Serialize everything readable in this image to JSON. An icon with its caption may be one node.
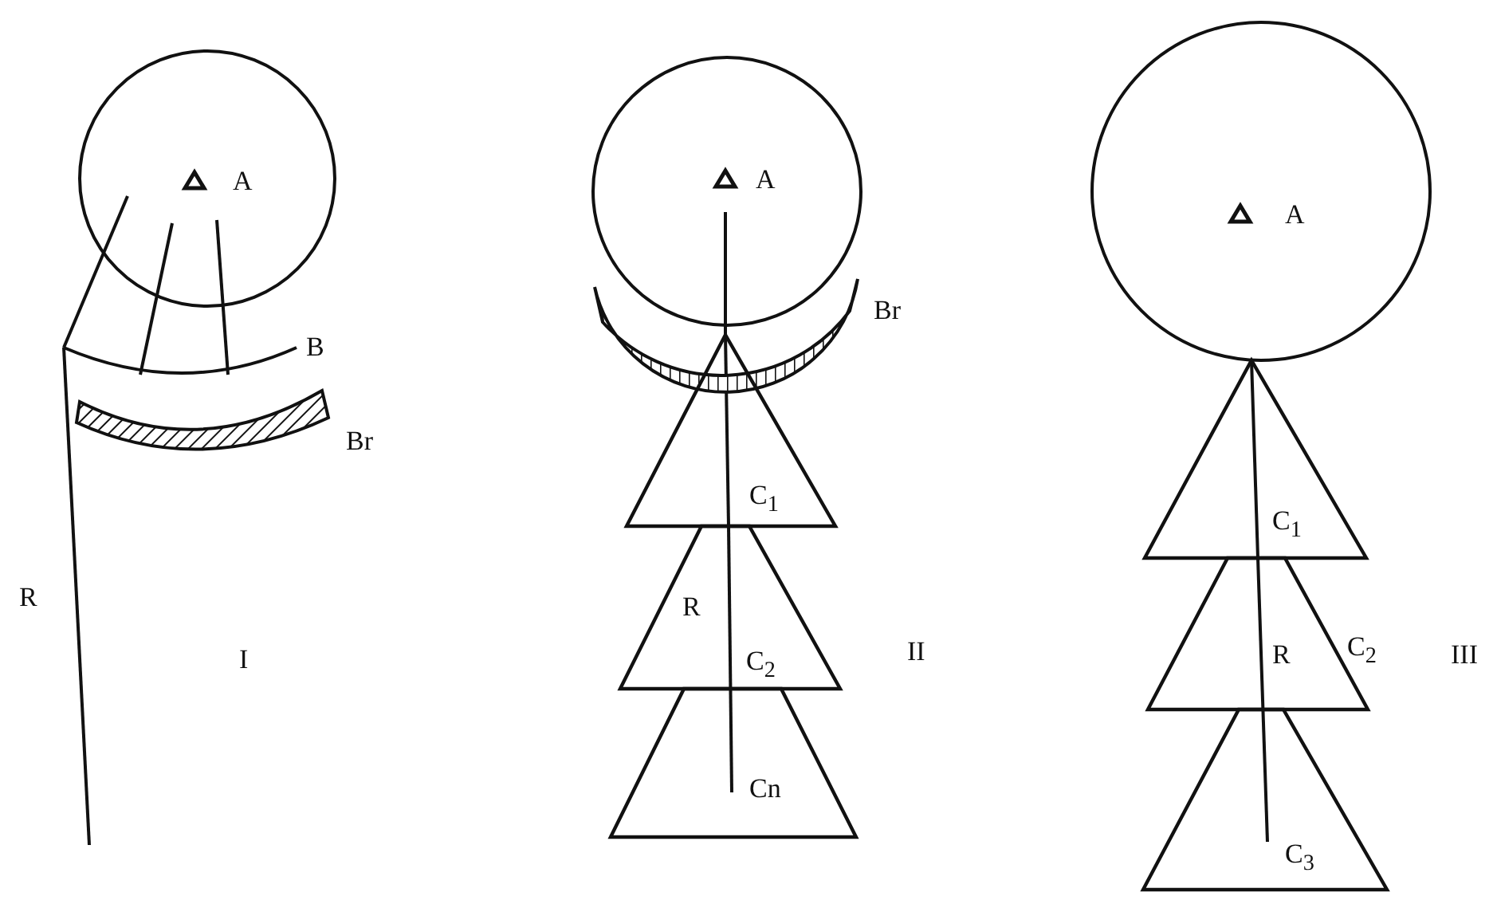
{
  "diagram": {
    "nodes": [
      {
        "text": [
          "A"
        ]
      },
      {
        "text": [],
        "shape": "band",
        "beside": [
          "Br"
        ]
      },
      {
        "text": [
          "A"
        ]
      },
      {
        "text": [],
        "shape": "band",
        "beside": [
          "Br"
        ]
      },
      {
        "text": [
          "C$_{1}$"
        ]
      },
      {
        "text": [
          "R",
          "C$_{2}$"
        ]
      },
      {
        "text": [
          "Cn"
        ]
      },
      {
        "text": [
          "A"
        ]
      },
      {
        "text": [
          "C$_{1}$"
        ]
      },
      {
        "text": [
          "R"
        ],
        "beside": [
          "C$_{2}$"
        ]
      },
      {
        "text": [
          "C$_{3}$"
        ]
      }
    ],
    "edges": [
      {
        "from": 2,
        "to": 4,
        "arrow": "none"
      },
      {
        "from": 4,
        "to": 5,
        "arrow": "none"
      },
      {
        "from": 5,
        "to": 6,
        "arrow": "none"
      },
      {
        "from": 8,
        "to": 9,
        "arrow": "none"
      },
      {
        "from": 9,
        "to": 10,
        "arrow": "none"
      }
    ],
    "labels": [
      "B",
      "R",
      "I",
      "II",
      "III"
    ]
  }
}
